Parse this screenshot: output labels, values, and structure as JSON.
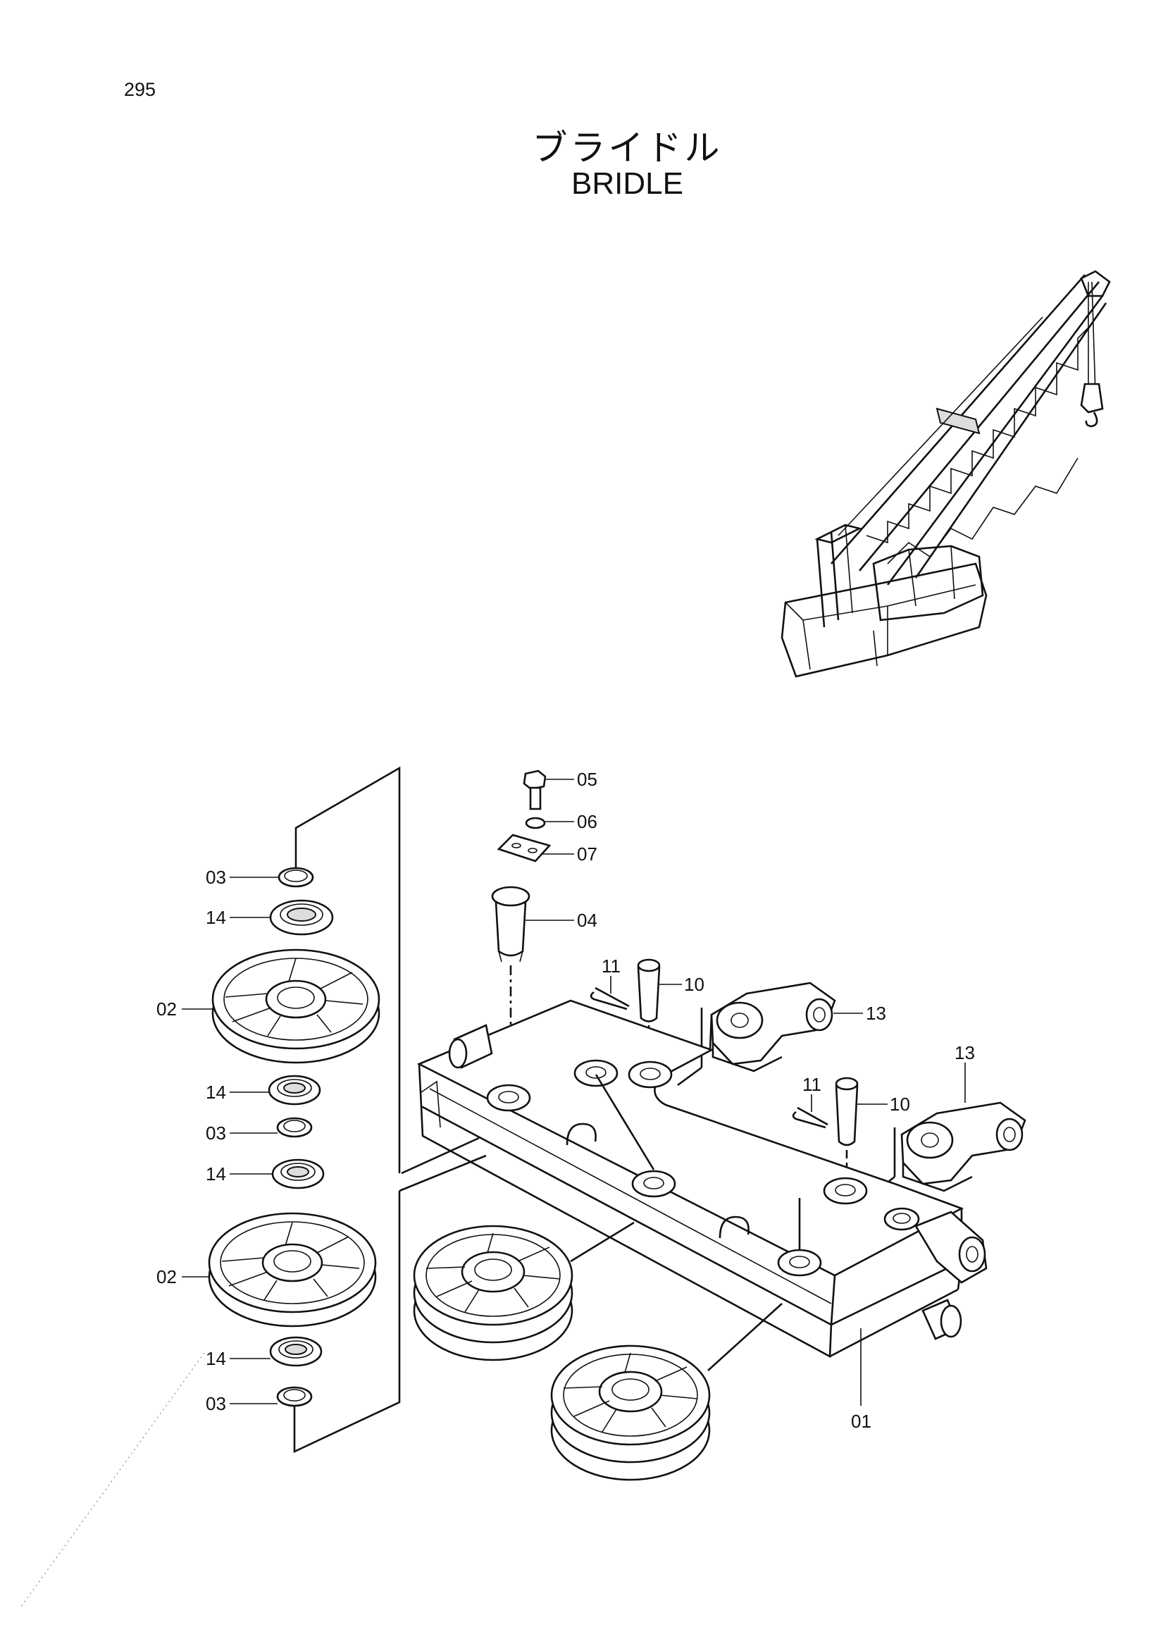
{
  "page": {
    "number": "295"
  },
  "title": {
    "japanese": "ブライドル",
    "english": "BRIDLE"
  },
  "callouts": [
    "01",
    "02",
    "02",
    "03",
    "03",
    "03",
    "04",
    "05",
    "06",
    "07",
    "10",
    "10",
    "11",
    "11",
    "13",
    "13",
    "14",
    "14",
    "14",
    "14"
  ]
}
